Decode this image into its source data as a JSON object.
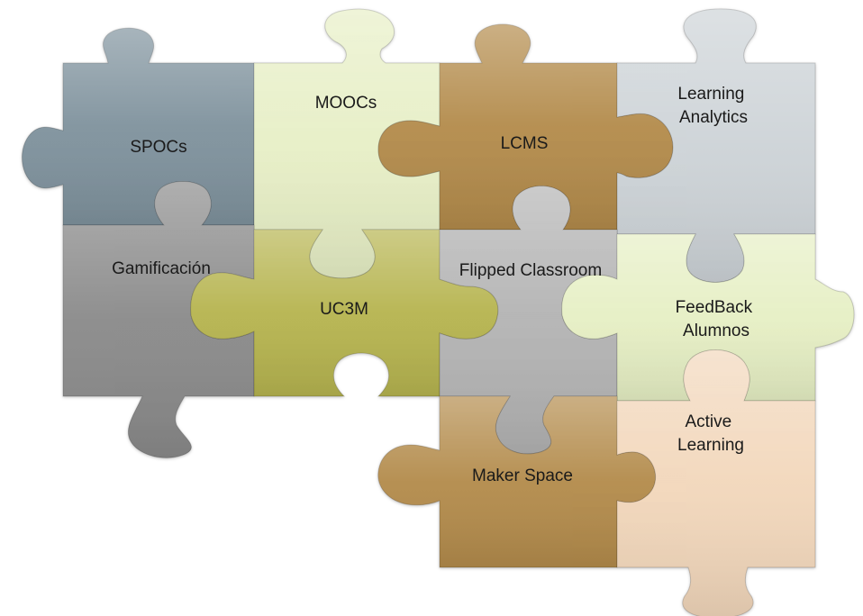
{
  "pieces": [
    {
      "id": "spocs",
      "lines": [
        "SPOCs"
      ],
      "color": "#7f929d"
    },
    {
      "id": "moocs",
      "lines": [
        "MOOCs"
      ],
      "color": "#e7efc6"
    },
    {
      "id": "lcms",
      "lines": [
        "LCMS"
      ],
      "color": "#b38b4c"
    },
    {
      "id": "learning",
      "lines": [
        "Learning",
        "Analytics"
      ],
      "color": "#cdd3d7"
    },
    {
      "id": "gamificacion",
      "lines": [
        "Gamificación"
      ],
      "color": "#8a8a8a"
    },
    {
      "id": "uc3m",
      "lines": [
        "UC3M"
      ],
      "color": "#b6b44f"
    },
    {
      "id": "flipped",
      "lines": [
        "Flipped Classroom"
      ],
      "color": "#b3b3b3"
    },
    {
      "id": "feedback",
      "lines": [
        "FeedBack",
        "Alumnos"
      ],
      "color": "#e6efc4"
    },
    {
      "id": "maker",
      "lines": [
        "Maker Space"
      ],
      "color": "#b38b4c"
    },
    {
      "id": "active",
      "lines": [
        "Active",
        "Learning"
      ],
      "color": "#f2d7bb"
    }
  ]
}
